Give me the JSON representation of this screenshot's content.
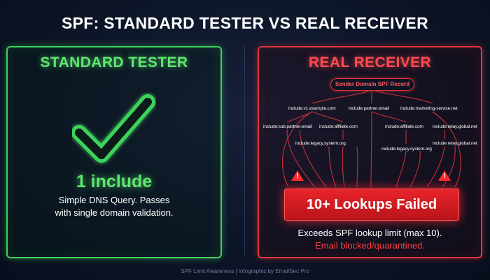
{
  "title": "SPF: STANDARD TESTER VS REAL RECEIVER",
  "left_panel": {
    "heading": "STANDARD TESTER",
    "icon": "checkmark-icon",
    "count_label": "1 include",
    "description_line1": "Simple DNS Query. Passes",
    "description_line2": "with single domain validation."
  },
  "right_panel": {
    "heading": "REAL RECEIVER",
    "root_label": "Sender Domain SPF Record",
    "includes": [
      "include:v1.example.com",
      "include:partner.email",
      "include:marketing-service.net",
      "include:sub.partner.email",
      "include:affiliate.com",
      "include:affiliate.com",
      "include:relay.global.net",
      "include:legacy.system.org",
      "include:legacy.system.org",
      "include:relay.global.net"
    ],
    "fail_label": "10+ Lookups Failed",
    "warning_icon": "warning-icon",
    "description_line1": "Exceeds SPF lookup limit (max 10).",
    "description_line2": "Email blocked/quarantined."
  },
  "footer": "SPF Limit Awareness | Infographic by EmailSec Pro",
  "colors": {
    "pass": "#3ed35a",
    "fail": "#e0353a",
    "background": "#0c1426"
  }
}
